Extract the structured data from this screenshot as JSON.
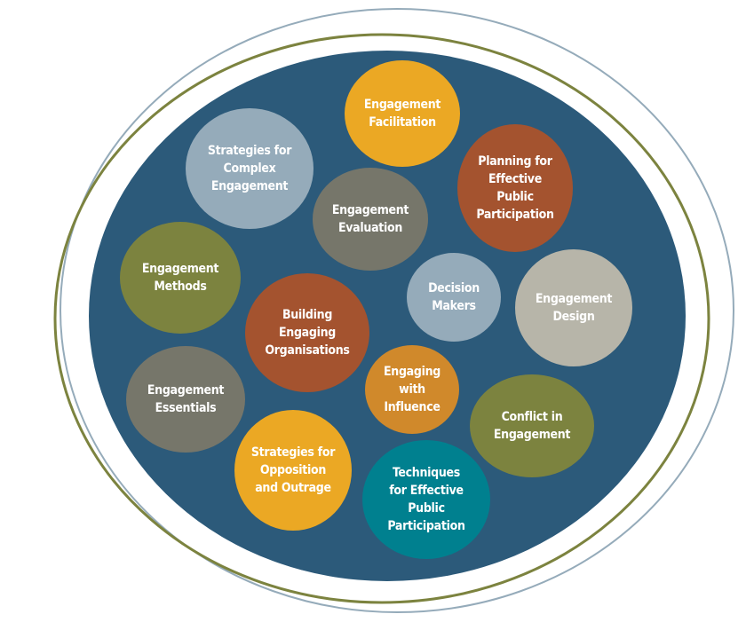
{
  "colors": {
    "background_fill": "#2C5A7A",
    "outer_ring": "#95ABBA",
    "inner_ring": "#7C833F"
  },
  "bubbles": [
    {
      "label": "Engagement\nFacilitation",
      "color": "#EBA824"
    },
    {
      "label": "Strategies for\nComplex\nEngagement",
      "color": "#95ABBA"
    },
    {
      "label": "Planning for\nEffective\nPublic\nParticipation",
      "color": "#A4532F"
    },
    {
      "label": "Engagement\nEvaluation",
      "color": "#76766A"
    },
    {
      "label": "Engagement\nMethods",
      "color": "#7C833F"
    },
    {
      "label": "Decision\nMakers",
      "color": "#95ABBA"
    },
    {
      "label": "Engagement\nDesign",
      "color": "#B7B5A9"
    },
    {
      "label": "Building\nEngaging\nOrganisations",
      "color": "#A4532F"
    },
    {
      "label": "Engaging\nwith\nInfluence",
      "color": "#D0892B"
    },
    {
      "label": "Engagement\nEssentials",
      "color": "#76766A"
    },
    {
      "label": "Conflict in\nEngagement",
      "color": "#7C833F"
    },
    {
      "label": "Strategies for\nOpposition\nand Outrage",
      "color": "#EBA824"
    },
    {
      "label": "Techniques\nfor Effective\nPublic\nParticipation",
      "color": "#00808F"
    }
  ]
}
